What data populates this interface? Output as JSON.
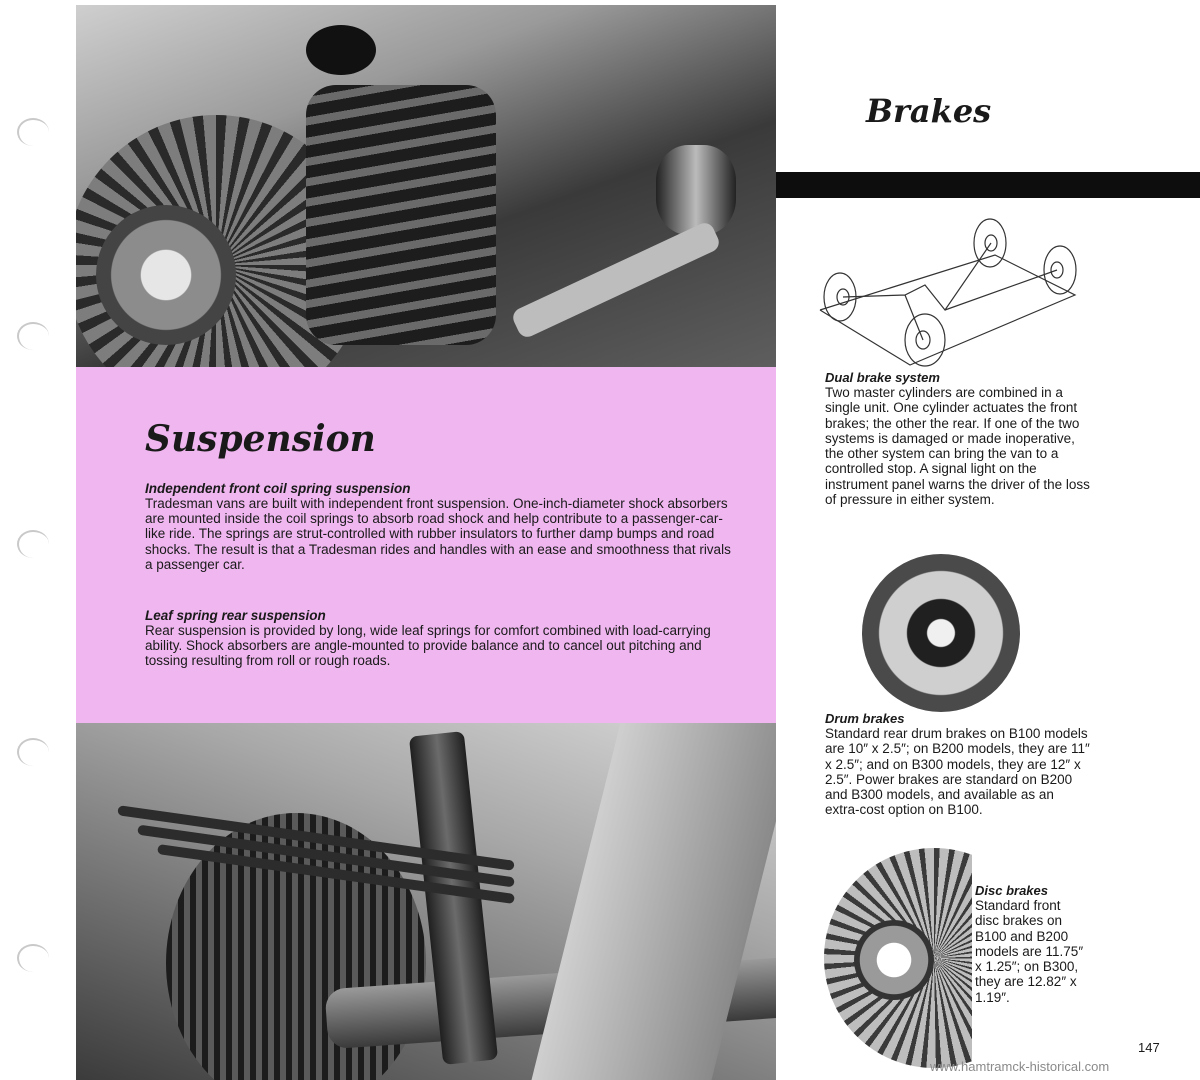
{
  "suspension": {
    "title": "Suspension",
    "front": {
      "subtitle": "Independent front coil spring suspension",
      "text": "Tradesman vans are built with independent front suspension. One-inch-diameter shock absorbers are mounted inside the coil springs to absorb road shock and help contribute to a passenger-car-like ride. The springs are strut-controlled with rubber insulators to further damp bumps and road shocks. The result is that a Tradesman rides and handles with an ease and smoothness that rivals a passenger car."
    },
    "rear": {
      "subtitle": "Leaf spring rear suspension",
      "text": "Rear suspension is provided by long, wide leaf springs for comfort combined with load-carrying ability. Shock absorbers are angle-mounted to provide balance and to cancel out pitching and tossing resulting from roll or rough roads."
    }
  },
  "brakes": {
    "title": "Brakes",
    "dual": {
      "subtitle": "Dual brake system",
      "text": "Two master cylinders are combined in a single unit. One cylinder actuates the front brakes; the other the rear. If one of the two systems is damaged or made inoperative, the other system can bring the van to a controlled stop. A signal light on the instrument panel warns the driver of the loss of pressure in either system."
    },
    "drum": {
      "subtitle": "Drum brakes",
      "text": "Standard rear drum brakes on B100 models are 10″ x 2.5″; on B200 models, they are 11″ x 2.5″; and on B300 models, they are 12″ x 2.5″. Power brakes are standard on B200 and B300 models, and available as an extra-cost option on B100."
    },
    "disc": {
      "subtitle": "Disc brakes",
      "text": "Standard front disc brakes on B100 and B200 models are 11.75″ x 1.25″; on B300, they are 12.82″ x 1.19″."
    }
  },
  "page_number": "147",
  "watermark": "www.hamtramck-historical.com"
}
